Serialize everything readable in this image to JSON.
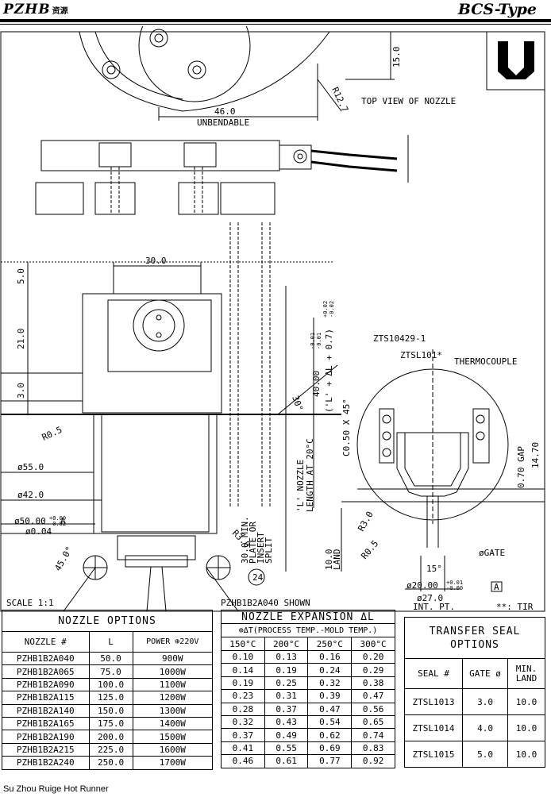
{
  "header": {
    "brand": "PZHB",
    "brand_cn": "资源",
    "type": "BCS-Type"
  },
  "drawing": {
    "top_view_label": "TOP VIEW OF NOZZLE",
    "dim_46": "46.0",
    "unbendable": "UNBENDABLE",
    "dim_15": "15.0",
    "r12_7": "R12.7",
    "dim_30": "30.0",
    "dim_5": "5.0",
    "dim_21": "21.0",
    "dim_3": "3.0",
    "angle_30": "30°",
    "r05_left": "R0.5",
    "dia55": "ø55.0",
    "dia42": "ø42.0",
    "dia50": "ø50.00",
    "dia50_tol_top": "+0.00",
    "dia50_tol_bot": "-0.02",
    "datum_a": "A",
    "tol_frame_val": "ø0.04",
    "angle_45": "45.0°",
    "r3": "R3.0",
    "min_plate": "30.0 MIN.",
    "plate_or": "PLATE OR",
    "insert": "INSERT",
    "split": "SPLIT",
    "balloon_24": "24",
    "dim_40": "40.00",
    "dim_40_tol_top": "-0.01",
    "dim_40_tol_bot": "-0.01",
    "formula": "('L' + ΔL + 0.7)",
    "formula_tol_top": "+0.02",
    "formula_tol_bot": "-0.02",
    "nozzle_length_1": "'L' NOZZLE",
    "nozzle_length_2": "LENGTH AT 20°C",
    "dim_10": "10.0",
    "land": "LAND",
    "zts10429": "ZTS10429-1",
    "ztsl101": "ZTSL101*",
    "thermocouple": "THERMOCOUPLE",
    "chamfer": "C0.50 X 45°",
    "gap_val": "0.70 GAP",
    "dim_1470": "14.70",
    "r3_right": "R3.0",
    "r05_right": "R0.5",
    "gate_label": "øGATE",
    "angle_15": "15°",
    "dia20": "ø20.00",
    "dia20_tol_top": "+0.01",
    "dia20_tol_bot": "-0.00",
    "datum_a2": "A",
    "dia27": "ø27.0",
    "int_pt": "INT. PT.",
    "tir": "**: TIR",
    "scale": "SCALE 1:1",
    "shown": "PZHB1B2A040 SHOWN"
  },
  "nozzle_options": {
    "title": "NOZZLE OPTIONS",
    "headers": [
      "NOZZLE #",
      "L",
      "POWER ⊕220V"
    ],
    "rows": [
      [
        "PZHB1B2A040",
        "50.0",
        "900W"
      ],
      [
        "PZHB1B2A065",
        "75.0",
        "1000W"
      ],
      [
        "PZHB1B2A090",
        "100.0",
        "1100W"
      ],
      [
        "PZHB1B2A115",
        "125.0",
        "1200W"
      ],
      [
        "PZHB1B2A140",
        "150.0",
        "1300W"
      ],
      [
        "PZHB1B2A165",
        "175.0",
        "1400W"
      ],
      [
        "PZHB1B2A190",
        "200.0",
        "1500W"
      ],
      [
        "PZHB1B2A215",
        "225.0",
        "1600W"
      ],
      [
        "PZHB1B2A240",
        "250.0",
        "1700W"
      ]
    ]
  },
  "expansion": {
    "title": "NOZZLE EXPANSION ΔL",
    "subtitle": "⊕ΔT(PROCESS TEMP.-MOLD TEMP.)",
    "headers": [
      "150°C",
      "200°C",
      "250°C",
      "300°C"
    ],
    "rows": [
      [
        "0.10",
        "0.13",
        "0.16",
        "0.20"
      ],
      [
        "0.14",
        "0.19",
        "0.24",
        "0.29"
      ],
      [
        "0.19",
        "0.25",
        "0.32",
        "0.38"
      ],
      [
        "0.23",
        "0.31",
        "0.39",
        "0.47"
      ],
      [
        "0.28",
        "0.37",
        "0.47",
        "0.56"
      ],
      [
        "0.32",
        "0.43",
        "0.54",
        "0.65"
      ],
      [
        "0.37",
        "0.49",
        "0.62",
        "0.74"
      ],
      [
        "0.41",
        "0.55",
        "0.69",
        "0.83"
      ],
      [
        "0.46",
        "0.61",
        "0.77",
        "0.92"
      ]
    ]
  },
  "seal_options": {
    "title_1": "TRANSFER SEAL",
    "title_2": "OPTIONS",
    "headers": [
      "SEAL #",
      "GATE ø",
      "MIN. LAND"
    ],
    "rows": [
      [
        "ZTSL1013",
        "3.0",
        "10.0"
      ],
      [
        "ZTSL1014",
        "4.0",
        "10.0"
      ],
      [
        "ZTSL1015",
        "5.0",
        "10.0"
      ]
    ]
  },
  "footer": {
    "company": "Su Zhou Ruige Hot Runner"
  }
}
